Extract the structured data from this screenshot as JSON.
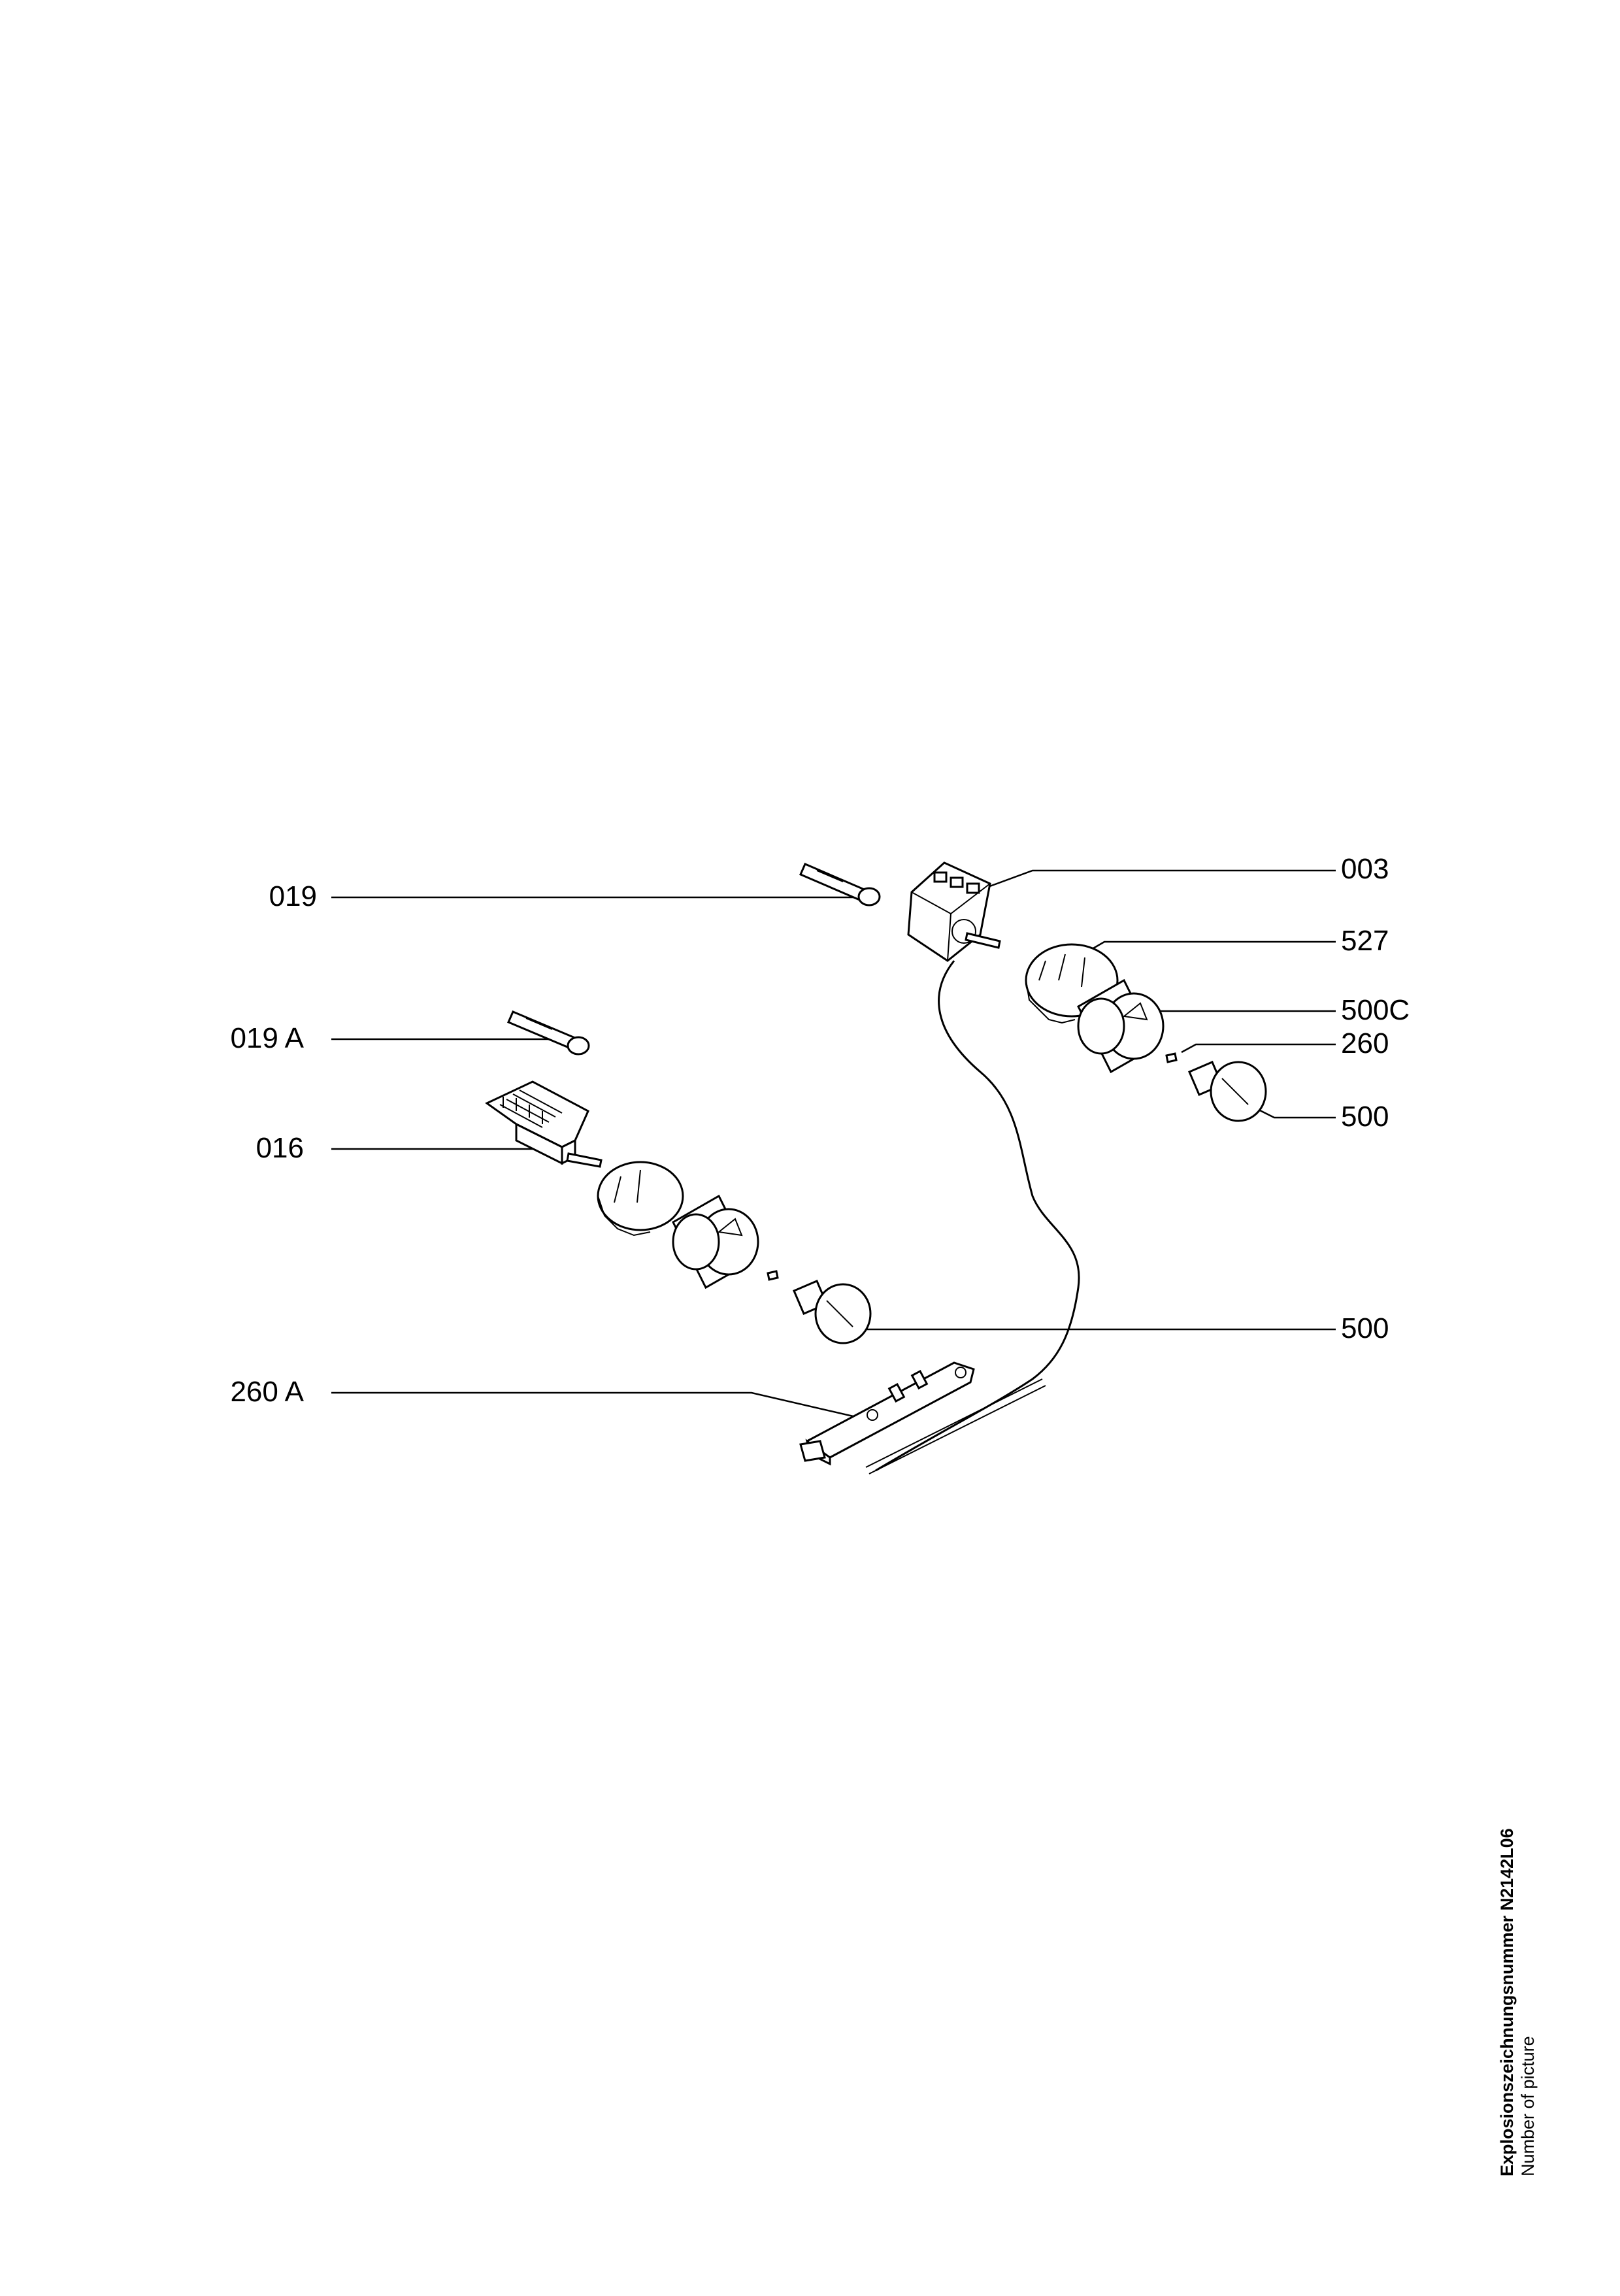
{
  "labels": {
    "l019": "019",
    "l019a": "019 A",
    "l016": "016",
    "l260a": "260 A",
    "l003": "003",
    "l527": "527",
    "l500c": "500C",
    "l260": "260",
    "l500a": "500",
    "l500b": "500"
  },
  "caption": {
    "line1": "Explosionszeichnungsnummer N2142L06",
    "line2": "Number of picture"
  }
}
